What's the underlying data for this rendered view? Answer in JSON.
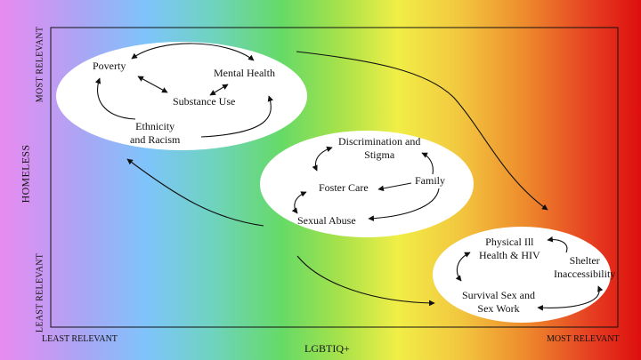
{
  "axes": {
    "y_title": "HOMELESS",
    "y_top": "MOST RELEVANT",
    "y_bottom": "LEAST RELEVANT",
    "x_title": "LGBTIQ+",
    "x_left": "LEAST RELEVANT",
    "x_right": "MOST RELEVANT"
  },
  "clusters": {
    "top_left": {
      "poverty": "Poverty",
      "mental_health": "Mental Health",
      "substance_use": "Substance Use",
      "ethnicity": "Ethnicity\nand Racism"
    },
    "middle": {
      "discrimination": "Discrimination and\nStigma",
      "foster_care": "Foster Care",
      "family": "Family",
      "sexual_abuse": "Sexual Abuse"
    },
    "bottom_right": {
      "physical_ill": "Physical Ill\nHealth & HIV",
      "shelter": "Shelter\nInaccessibility",
      "survival_sex": "Survival Sex and\nSex Work"
    }
  },
  "colors": {
    "gradient": [
      "#e98af0",
      "#7ec4fb",
      "#66da66",
      "#f1ee47",
      "#ee8a2c",
      "#dd0e0e"
    ],
    "ellipse_fill": "#ffffff",
    "line": "#111111"
  }
}
